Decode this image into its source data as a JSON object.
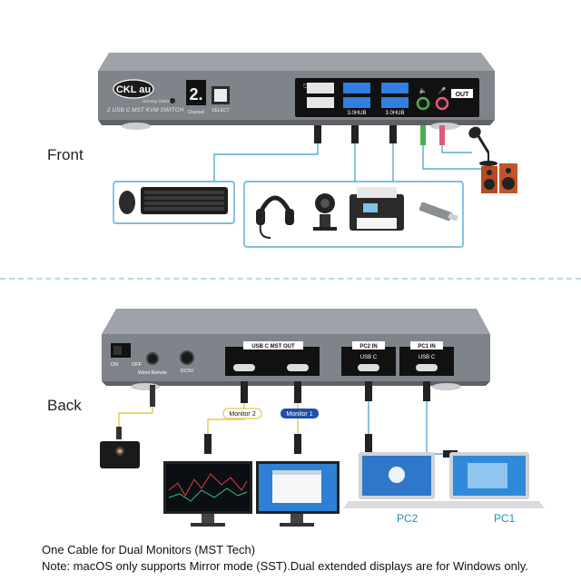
{
  "front": {
    "section_label": "Front",
    "brand": "CKL au",
    "product": "2 USB C MST KVM SWITCH",
    "hotkey_label": "Hot Key ON/OFF",
    "display_digit": "2.",
    "channel_label": "Channel",
    "select_label": "SELECT",
    "hub_label_1": "3.0HUB",
    "hub_label_2": "3.0HUB",
    "out_label": "OUT"
  },
  "back": {
    "section_label": "Back",
    "on_label": "ON",
    "off_label": "OFF",
    "wired_remote_label": "Wired Remote",
    "dc_label": "DC5V",
    "mst_out_label": "USB C  MST OUT",
    "pc2_in_label": "PC2 IN",
    "pc2_usbc": "USB C",
    "pc1_in_label": "PC1 IN",
    "pc1_usbc": "USB C",
    "monitor2_label": "Monitor 2",
    "monitor1_label": "Monitor 1",
    "pc2_label": "PC2",
    "pc1_label": "PC1"
  },
  "captions": {
    "line1": "One Cable for Dual Monitors (MST Tech)",
    "line2": "Note: macOS only supports Mirror mode (SST).Dual extended displays are for Windows only."
  },
  "colors": {
    "accent_blue": "#2a8ec8",
    "device_grey": "#8a8f96",
    "cable_blue": "#5aa9d6",
    "cable_yellow": "#e8c84a",
    "pc_label": "#1e8fbf",
    "usb_blue": "#2f7ee0"
  }
}
